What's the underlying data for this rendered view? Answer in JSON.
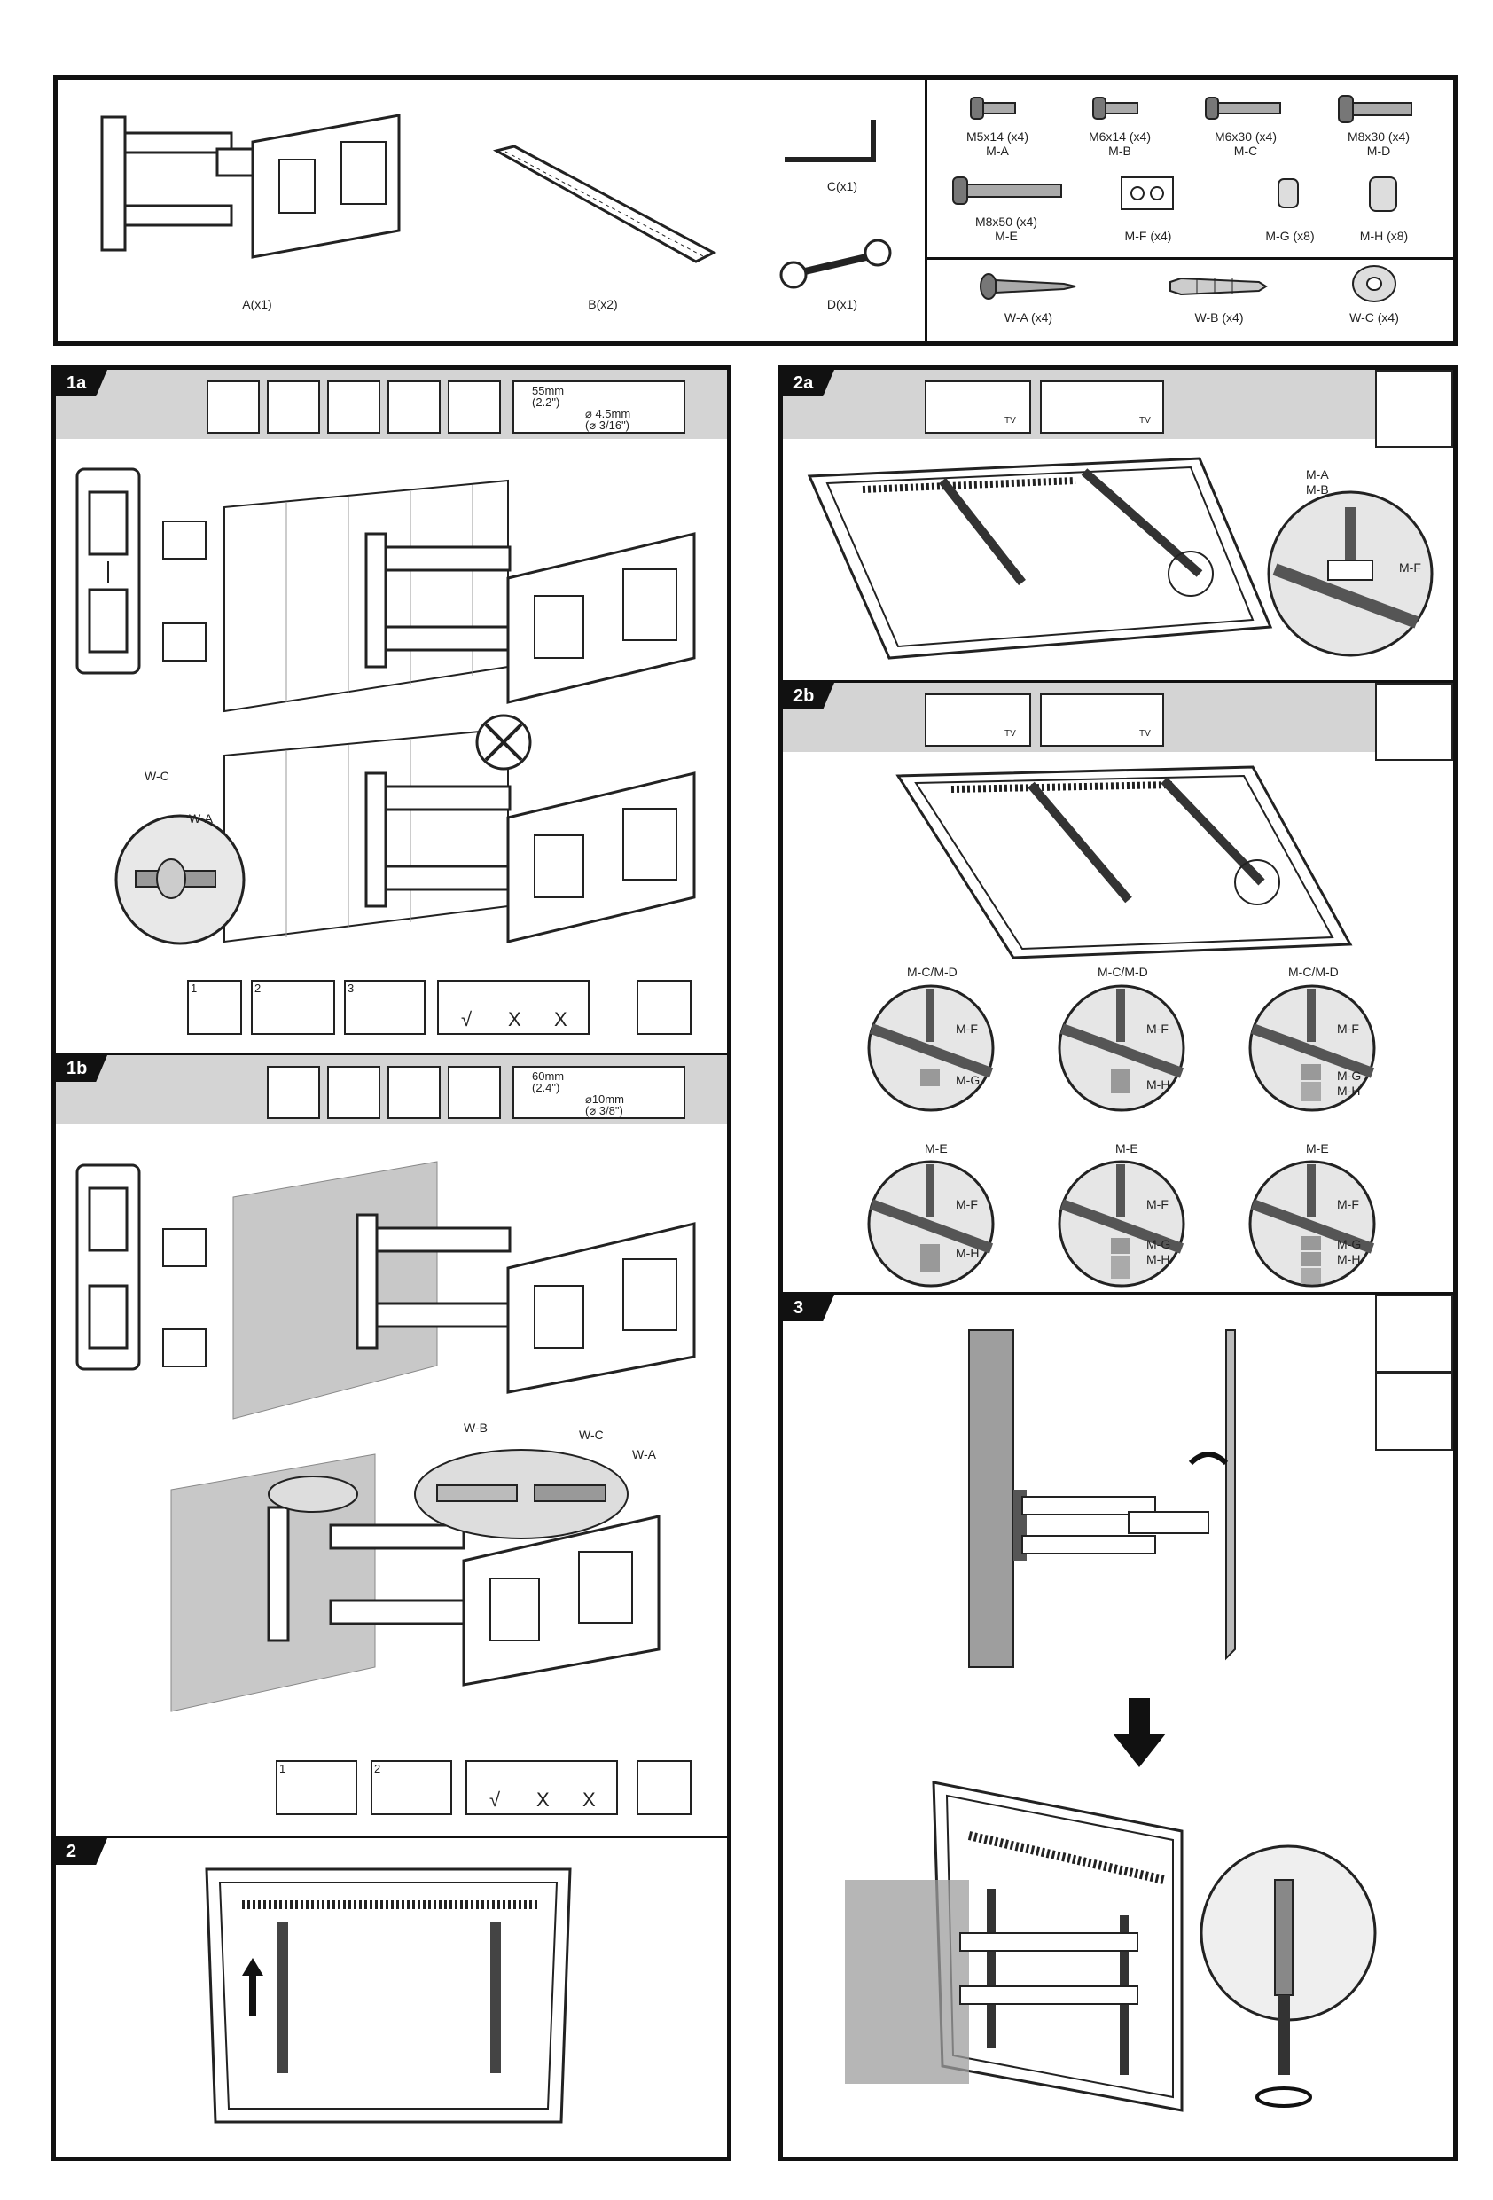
{
  "parts": {
    "bracket_a": "A(x1)",
    "rail_b": "B(x2)",
    "key_c": "C(x1)",
    "wrench_d": "D(x1)",
    "screws": [
      {
        "size": "M5x14 (x4)",
        "code": "M-A"
      },
      {
        "size": "M6x14 (x4)",
        "code": "M-B"
      },
      {
        "size": "M6x30 (x4)",
        "code": "M-C"
      },
      {
        "size": "M8x30 (x4)",
        "code": "M-D"
      },
      {
        "size": "M8x50 (x4)",
        "code": "M-E"
      }
    ],
    "mf": "M-F (x4)",
    "mg": "M-G (x8)",
    "mh": "M-H (x8)",
    "wa": "W-A (x4)",
    "wb": "W-B (x4)",
    "wc": "W-C (x4)"
  },
  "steps": {
    "s1a": {
      "tag": "1a",
      "drill_depth": "55mm",
      "drill_depth_in": "(2.2\")",
      "drill_dia": "⌀ 4.5mm",
      "drill_dia_in": "(⌀ 3/16\")",
      "wc": "W-C",
      "wa": "W-A",
      "sub": [
        "1",
        "2",
        "3"
      ],
      "check": "√",
      "cross": "X"
    },
    "s1b": {
      "tag": "1b",
      "drill_depth": "60mm",
      "drill_depth_in": "(2.4\")",
      "drill_dia": "⌀10mm",
      "drill_dia_in": "(⌀ 3/8\")",
      "wb": "W-B",
      "wc": "W-C",
      "wa": "W-A",
      "sub": [
        "1",
        "2"
      ],
      "check": "√",
      "cross": "X"
    },
    "s2": {
      "tag": "2"
    },
    "s2a": {
      "tag": "2a",
      "ma": "M-A",
      "mb": "M-B",
      "mf": "M-F",
      "tv": "TV"
    },
    "s2b": {
      "tag": "2b",
      "tv": "TV",
      "top_labels": [
        "M-C/M-D",
        "M-C/M-D",
        "M-C/M-D"
      ],
      "bottom_labels": [
        "M-E",
        "M-E",
        "M-E"
      ],
      "mf": "M-F",
      "mg": "M-G",
      "mh": "M-H"
    },
    "s3": {
      "tag": "3"
    }
  },
  "colors": {
    "frame": "#111111",
    "header_band": "#d4d4d4",
    "wall_gray": "#9e9e9e"
  }
}
